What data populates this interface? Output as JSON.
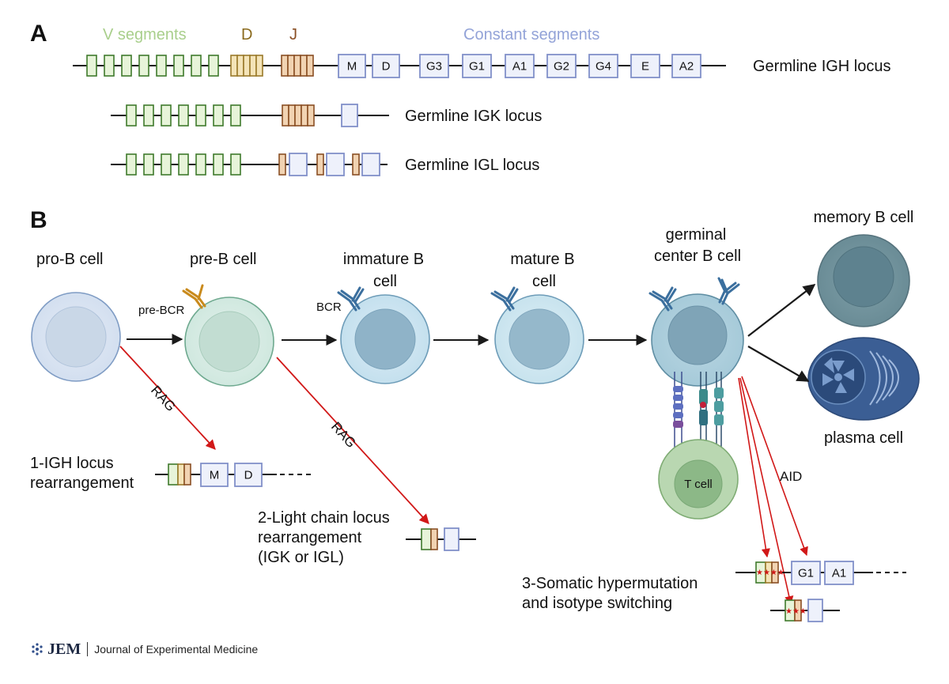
{
  "panels": {
    "a": "A",
    "b": "B"
  },
  "headers": {
    "v": "V segments",
    "d": "D",
    "j": "J",
    "constant": "Constant segments"
  },
  "loci": {
    "igh": "Germline IGH locus",
    "igk": "Germline IGK locus",
    "igl": "Germline IGL locus"
  },
  "constant_segments": [
    "M",
    "D",
    "G3",
    "G1",
    "A1",
    "G2",
    "G4",
    "E",
    "A2"
  ],
  "cells": {
    "pro_b": "pro-B cell",
    "pre_b": "pre-B cell",
    "immature_b_1": "immature B",
    "immature_b_2": "cell",
    "mature_b_1": "mature B",
    "mature_b_2": "cell",
    "gc_b_1": "germinal",
    "gc_b_2": "center B cell",
    "memory_b": "memory B cell",
    "plasma": "plasma cell",
    "t_cell": "T cell"
  },
  "receptors": {
    "pre_bcr": "pre-BCR",
    "bcr": "BCR"
  },
  "enzymes": {
    "rag1": "RAG",
    "rag2": "RAG",
    "aid": "AID"
  },
  "steps": {
    "s1_line1": "1-IGH locus",
    "s1_line2": "rearrangement",
    "s1_m": "M",
    "s1_d": "D",
    "s2_line1": "2-Light chain locus",
    "s2_line2": "rearrangement",
    "s2_line3": "(IGK or IGL)",
    "s3_line1": "3-Somatic hypermutation",
    "s3_line2": "and isotype switching",
    "s3_g1": "G1",
    "s3_a1": "A1"
  },
  "footer": {
    "logo": "JEM",
    "journal": "Journal of Experimental Medicine"
  },
  "colors": {
    "v_fill": "#e7f4d9",
    "v_stroke": "#3f7a2c",
    "d_fill": "#f4e4b8",
    "d_stroke": "#9a7a2a",
    "j_fill": "#f1d3b2",
    "j_stroke": "#8a4f24",
    "c_fill": "#eef1fb",
    "c_stroke": "#8190c9",
    "v_header": "#a9cf8c",
    "d_header": "#8a6a1d",
    "j_header": "#8a4f24",
    "c_header": "#93a3d8",
    "arrow_red": "#d11818"
  }
}
